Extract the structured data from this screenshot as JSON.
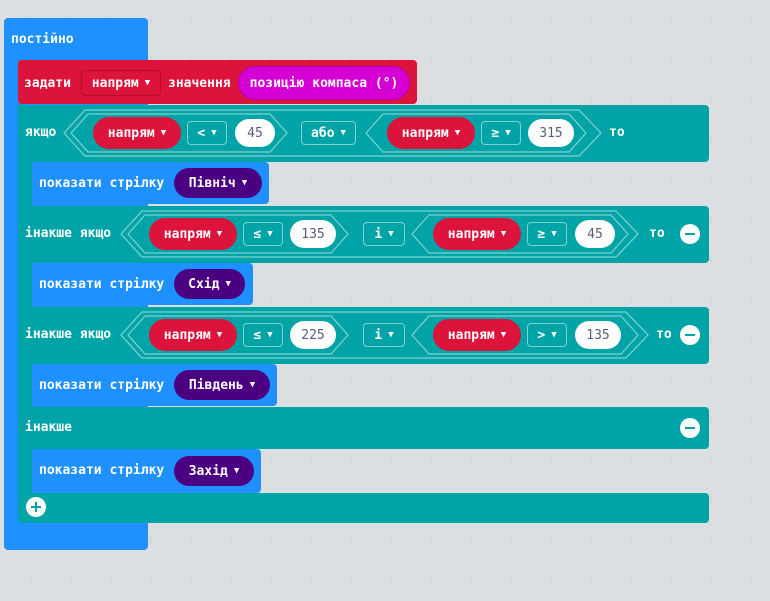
{
  "forever": {
    "label": "постійно"
  },
  "set_block": {
    "label": "задати",
    "variable": "напрям",
    "value_label": "значення",
    "sensor": "позицію компаса (°)"
  },
  "if1": {
    "if_label": "якщо",
    "left": {
      "var": "напрям",
      "op": "<",
      "num": "45"
    },
    "logic": "або",
    "right": {
      "var": "напрям",
      "op": "≥",
      "num": "315"
    },
    "then_label": "то",
    "body": {
      "label": "показати стрілку",
      "arrow": "Північ"
    }
  },
  "elif1": {
    "label": "інакше якщо",
    "left": {
      "var": "напрям",
      "op": "≤",
      "num": "135"
    },
    "logic": "і",
    "right": {
      "var": "напрям",
      "op": "≥",
      "num": "45"
    },
    "then_label": "то",
    "body": {
      "label": "показати стрілку",
      "arrow": "Схід"
    }
  },
  "elif2": {
    "label": "інакше якщо",
    "left": {
      "var": "напрям",
      "op": "≤",
      "num": "225"
    },
    "logic": "і",
    "right": {
      "var": "напрям",
      "op": ">",
      "num": "135"
    },
    "then_label": "то",
    "body": {
      "label": "показати стрілку",
      "arrow": "Південь"
    }
  },
  "else": {
    "label": "інакше",
    "body": {
      "label": "показати стрілку",
      "arrow": "Захід"
    }
  },
  "colors": {
    "basic": "#1e90ff",
    "variables": "#dc143c",
    "logic": "#00a4a6",
    "input": "#d400d4",
    "arrow": "#4b0082"
  },
  "icons": {
    "caret": "▼",
    "minus": "minus-circle-icon",
    "plus": "plus-circle-icon"
  }
}
